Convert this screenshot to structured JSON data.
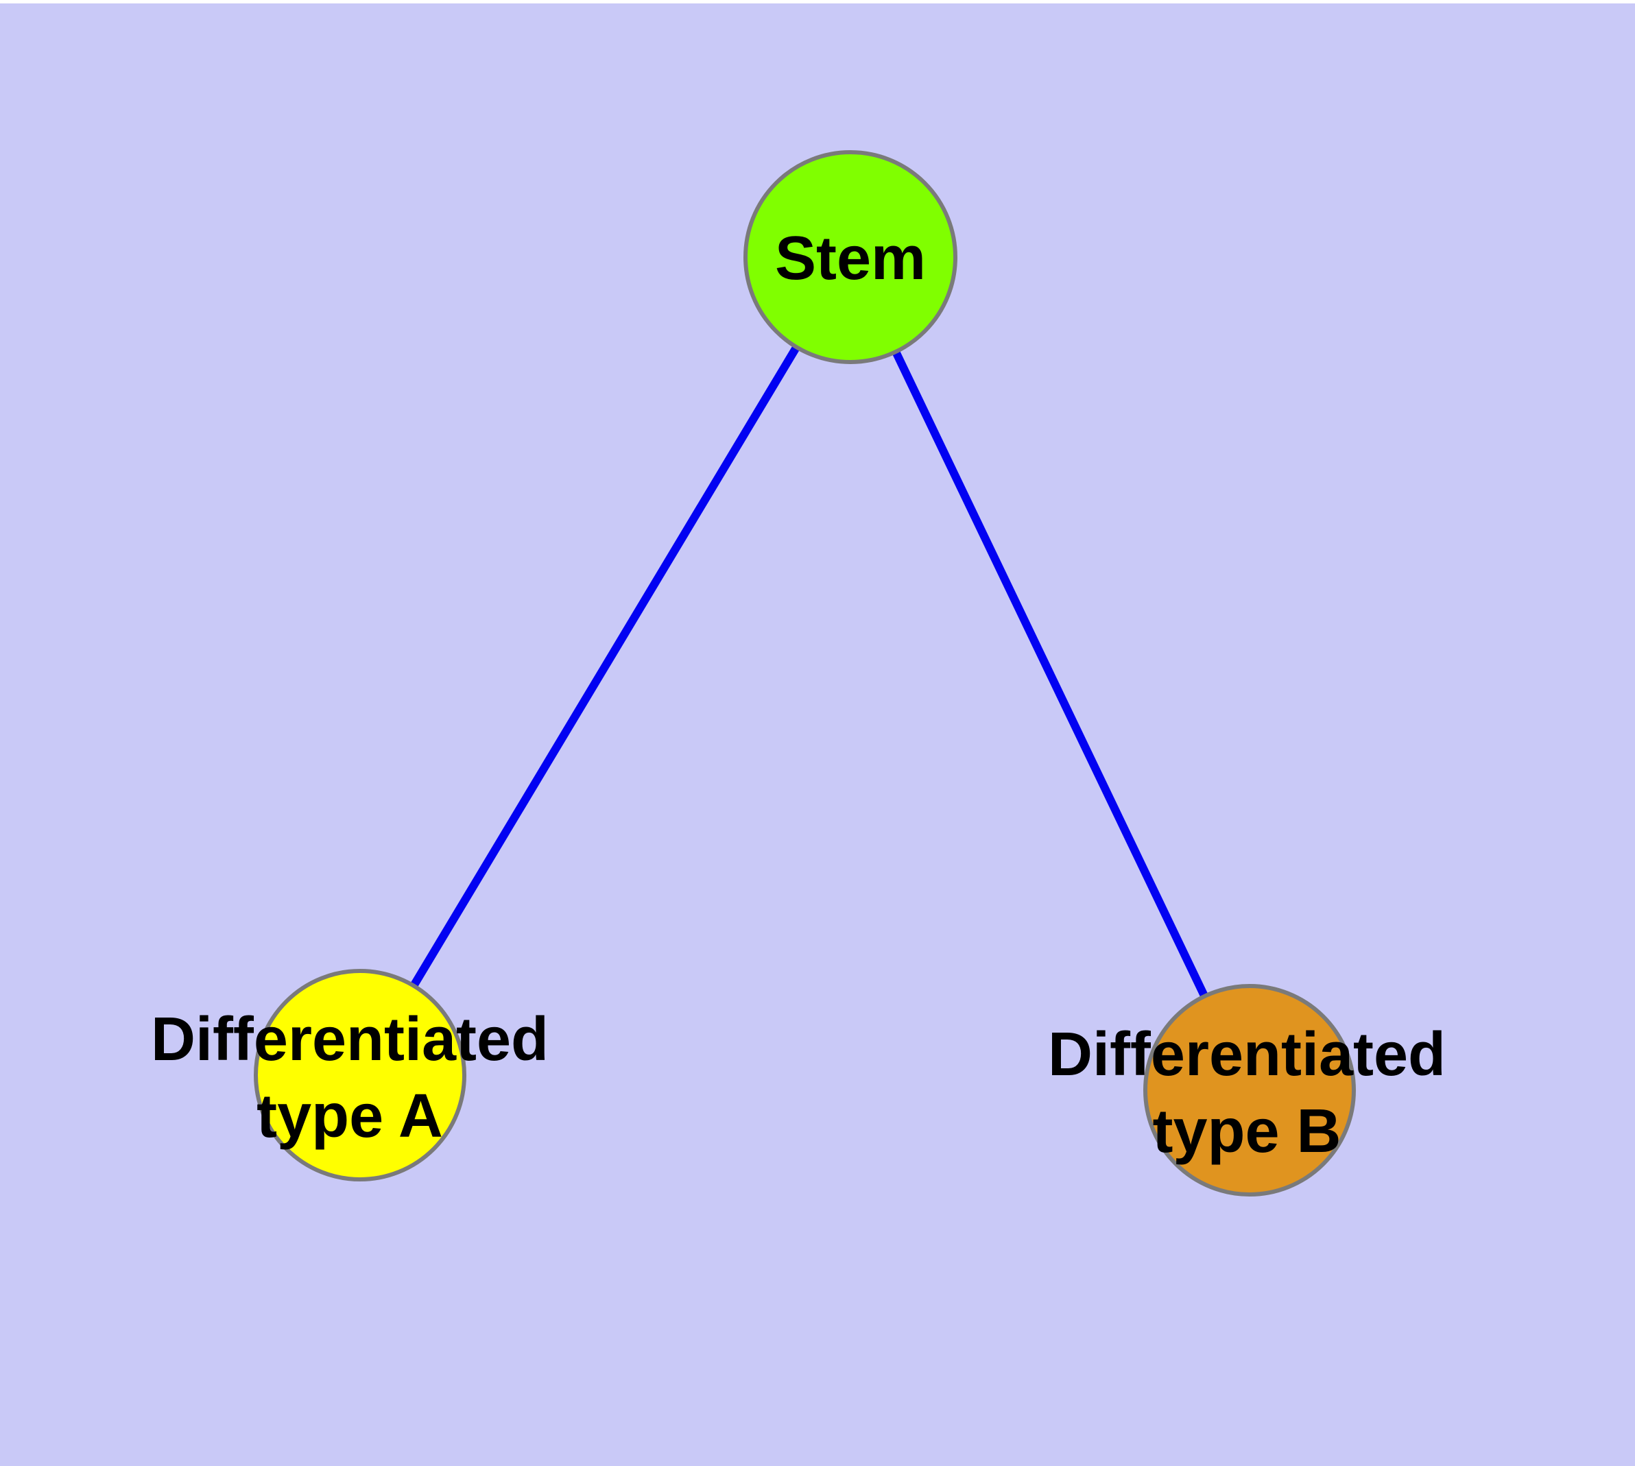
{
  "diagram": {
    "type": "graph",
    "description": "Stem cell differentiation diagram: one parent node connected to two differentiated child nodes",
    "background_color": "#C9C9F7",
    "top_strip_color": "#FFFFFF",
    "edge_color": "#0202F2",
    "node_border_color": "#7A7A7A",
    "label_color": "#000000",
    "nodes": {
      "stem": {
        "label": "Stem",
        "fill": "#80FF00"
      },
      "type_a": {
        "label_line1": "Differentiated",
        "label_line2": "type A",
        "fill": "#FFFF00"
      },
      "type_b": {
        "label_line1": "Differentiated",
        "label_line2": "type B",
        "fill": "#E0941F"
      }
    },
    "edges": [
      {
        "from": "Stem",
        "to": "Differentiated type A"
      },
      {
        "from": "Stem",
        "to": "Differentiated type B"
      }
    ]
  }
}
